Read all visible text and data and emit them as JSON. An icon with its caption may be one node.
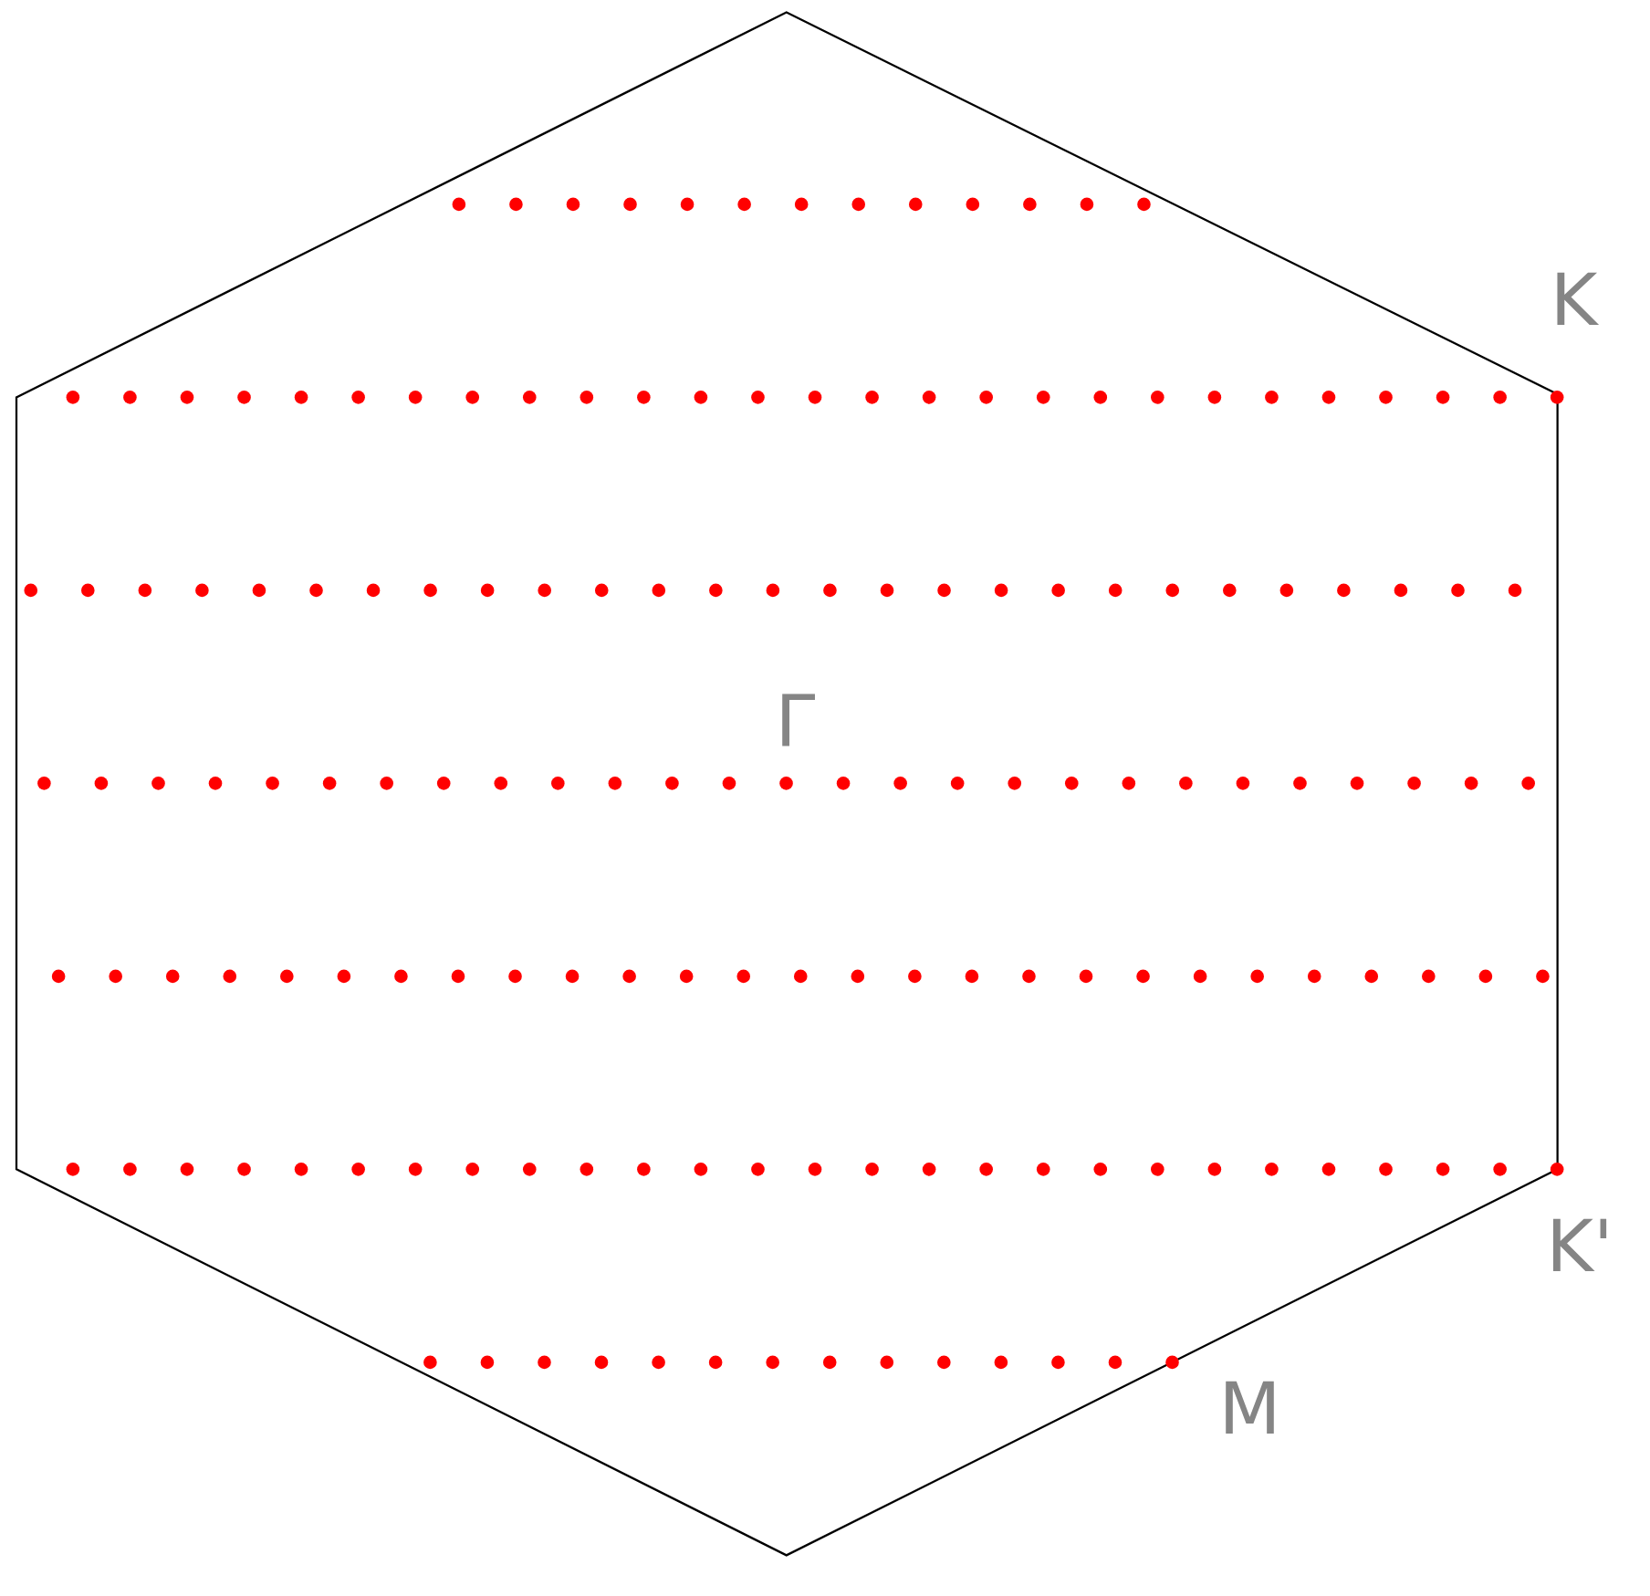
{
  "diagram": {
    "labels": [
      "K",
      "Γ",
      "K'",
      "M"
    ]
  }
}
